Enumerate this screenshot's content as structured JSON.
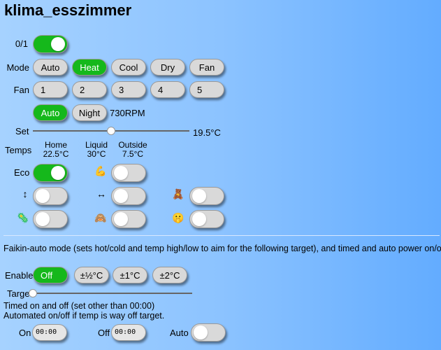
{
  "title": "klima_esszimmer",
  "power": {
    "label": "0/1",
    "on": true
  },
  "mode": {
    "label": "Mode",
    "options": [
      "Auto",
      "Heat",
      "Cool",
      "Dry",
      "Fan"
    ],
    "selected": "Heat"
  },
  "fan": {
    "label": "Fan",
    "options": [
      "1",
      "2",
      "3",
      "4",
      "5"
    ],
    "auto_label": "Auto",
    "night_label": "Night",
    "rpm": "730RPM"
  },
  "set": {
    "label": "Set",
    "value": "19.5°C",
    "level": 0.5
  },
  "temps": {
    "label": "Temps",
    "home": {
      "label": "Home",
      "value": "22.5°C"
    },
    "liquid": {
      "label": "Liquid",
      "value": "30°C"
    },
    "outside": {
      "label": "Outside",
      "value": "7.5°C"
    }
  },
  "eco": {
    "label": "Eco",
    "on": true
  },
  "toggles": {
    "powerful_icon": "💪",
    "vertical_swing_icon": "↕",
    "horizontal_swing_icon": "↔",
    "comfort_icon": "🧸",
    "streamer_icon": "🦠",
    "sensor_icon": "🙈",
    "quiet_icon": "🤫"
  },
  "faikin": {
    "description": "Faikin-auto mode (sets hot/cold and temp high/low to aim for the following target), and timed and auto power on/off.",
    "enable_label": "Enable",
    "enable_options": [
      "Off",
      "±½°C",
      "±1°C",
      "±2°C"
    ],
    "enable_selected": "Off",
    "target_label": "Target",
    "target_level": 0.0,
    "timed_note": "Timed on and off (set other than 00:00)",
    "auto_note": "Automated on/off if temp is way off target.",
    "on_label": "On",
    "on_time": "00:00",
    "off_label": "Off",
    "off_time": "00:00",
    "auto_label": "Auto"
  }
}
